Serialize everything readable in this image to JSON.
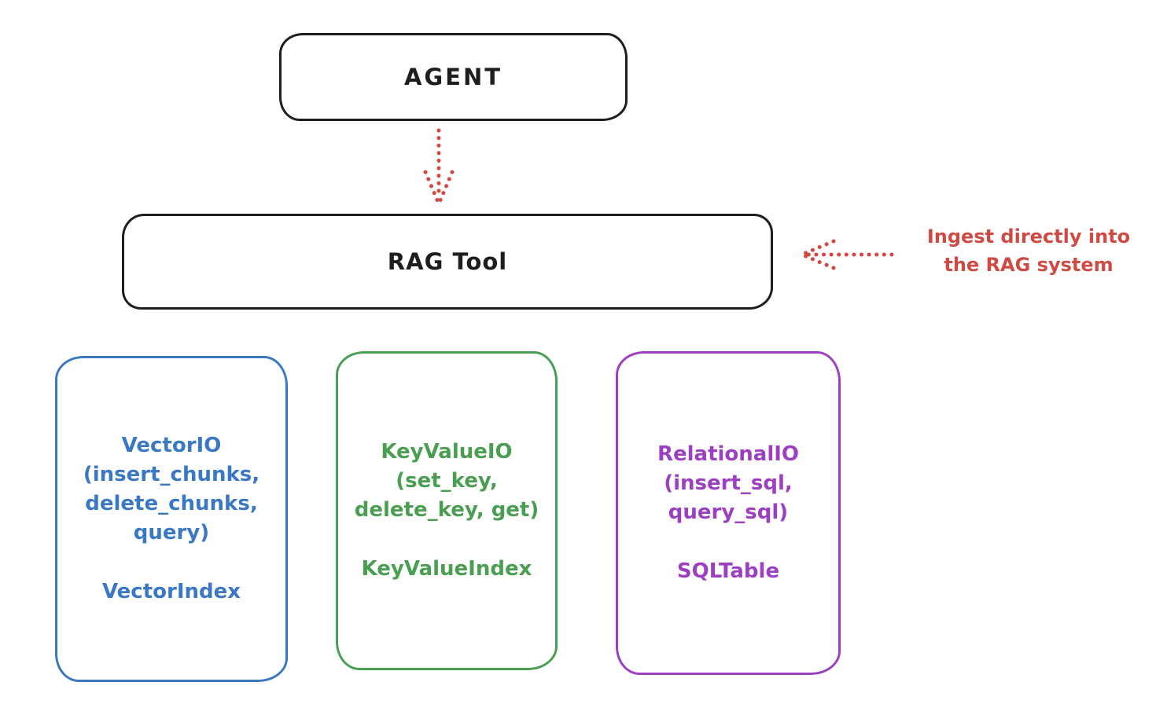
{
  "colors": {
    "stroke_black": "#1e1e1e",
    "arrow_red": "#d04a43",
    "vector_blue": "#3b78c3",
    "keyvalue_green": "#4a9e52",
    "relational_purple": "#9c3fc0",
    "background": "#ffffff"
  },
  "agent_box": {
    "label": "AGENT"
  },
  "rag_tool_box": {
    "label": "RAG Tool"
  },
  "ingest_annotation": {
    "lines": [
      "Ingest directly into",
      "the RAG system"
    ]
  },
  "storage_boxes": [
    {
      "title_lines": [
        "VectorIO",
        "(insert_chunks,",
        "delete_chunks,",
        "query)"
      ],
      "index_label": "VectorIndex",
      "accent": "#3b78c3"
    },
    {
      "title_lines": [
        "KeyValueIO",
        "(set_key,",
        "delete_key, get)"
      ],
      "index_label": "KeyValueIndex",
      "accent": "#4a9e52"
    },
    {
      "title_lines": [
        "RelationalIO",
        "(insert_sql,",
        "query_sql)"
      ],
      "index_label": "SQLTable",
      "accent": "#9c3fc0"
    }
  ]
}
